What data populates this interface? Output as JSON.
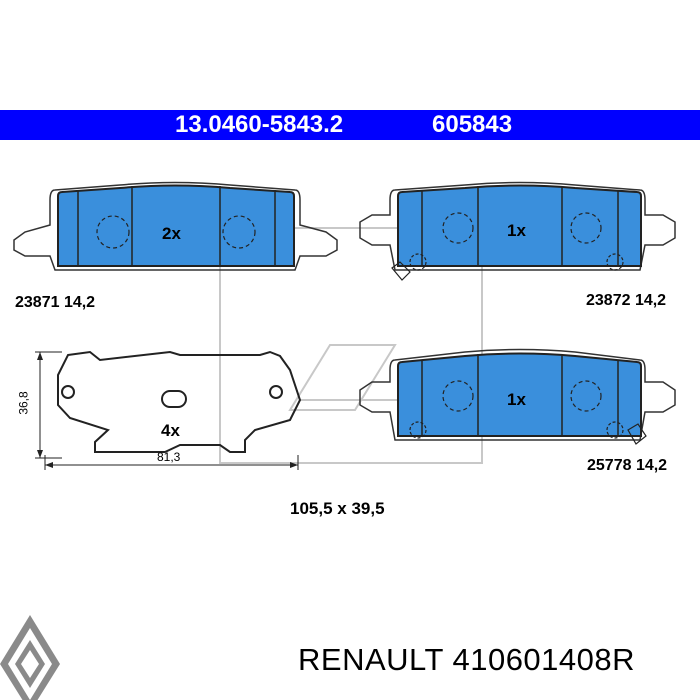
{
  "header": {
    "part_number": "13.0460-5843.2",
    "ref_number": "605843"
  },
  "pads": [
    {
      "qty": "2x",
      "code": "23871 14,2"
    },
    {
      "qty": "1x",
      "code": "23872 14,2"
    },
    {
      "qty": "1x",
      "code": "25778 14,2"
    }
  ],
  "shim": {
    "qty": "4x",
    "width_dim": "81,3",
    "height_dim": "36,8"
  },
  "overall_dimensions": "105,5 x 39,5",
  "footer": {
    "brand": "RENAULT",
    "oem_number": "410601408R"
  },
  "colors": {
    "header_bg": "#0000ff",
    "pad_fill": "#3a8fdc",
    "logo_gray": "#8a8a8a"
  }
}
